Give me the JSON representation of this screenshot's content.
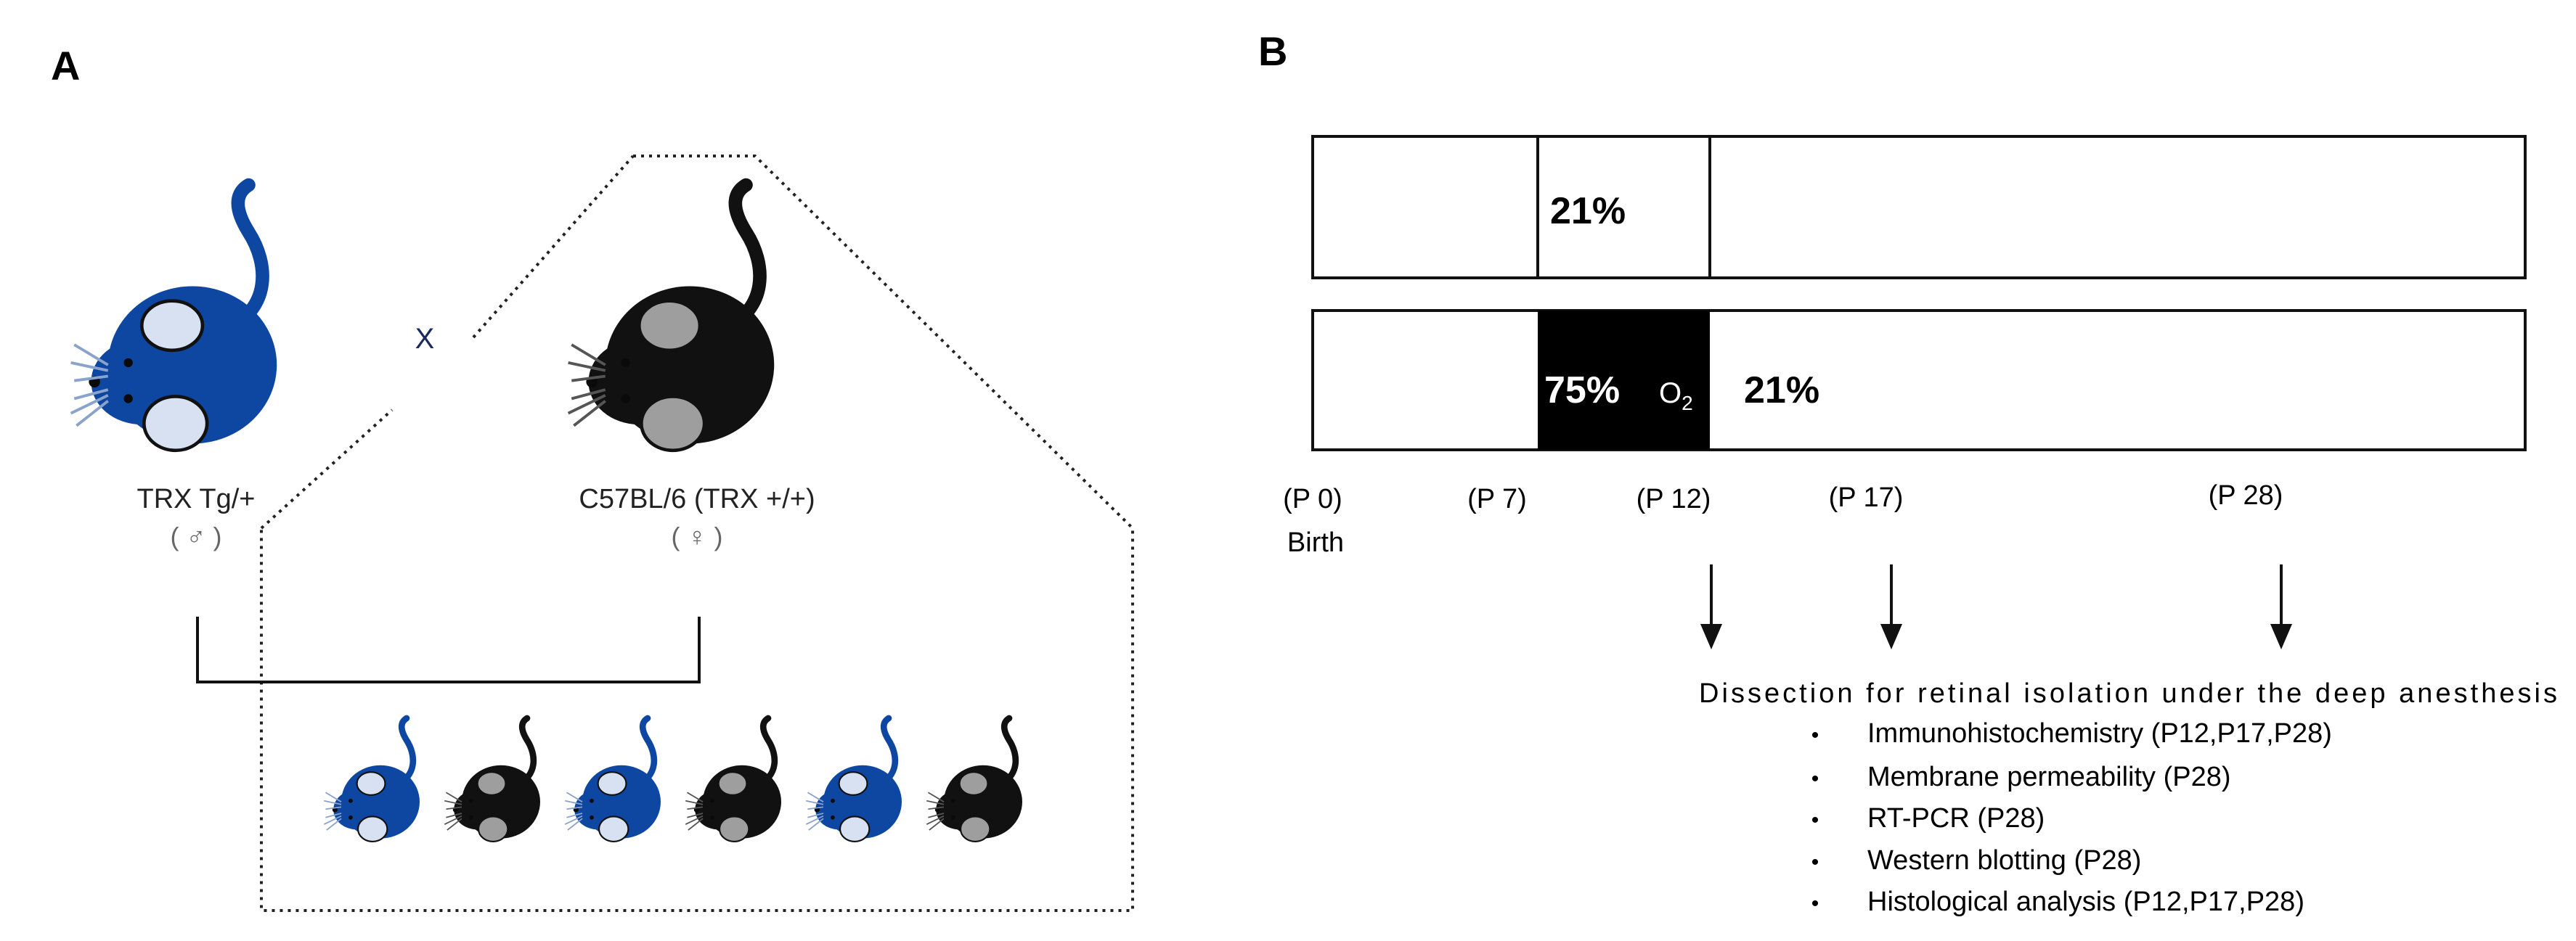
{
  "colors": {
    "blue": "#0E47A1",
    "black": "#111111",
    "gray_ear": "#9E9E9E",
    "light_ear": "#D7E1F2"
  },
  "panel_a": {
    "label": "A",
    "cross_symbol": "X",
    "male": {
      "name": "TRX Tg/+",
      "sex": "( ♂ )"
    },
    "female": {
      "name": "C57BL/6 (TRX +/+)",
      "sex": "( ♀ )"
    },
    "offspring_colors": [
      "blue",
      "black",
      "blue",
      "black",
      "blue",
      "black"
    ]
  },
  "panel_b": {
    "label": "B",
    "top_bar": {
      "label": "21%"
    },
    "bottom_bar": {
      "hyperoxia_value": "75%",
      "gas": "O",
      "gas_sub": "2",
      "label": "21%"
    },
    "timepoints": [
      {
        "label": "(P 0)",
        "sub": "Birth"
      },
      {
        "label": "(P 7)",
        "sub": ""
      },
      {
        "label": "(P 12)",
        "sub": ""
      },
      {
        "label": "(P 17)",
        "sub": ""
      },
      {
        "label": "(P 28)",
        "sub": ""
      }
    ],
    "dissection_text": "Dissection for retinal isolation under the deep anesthesis",
    "bullet_mark": "•",
    "analyses": [
      "Immunohistochemistry (P12,P17,P28)",
      "Membrane permeability (P28)",
      "RT-PCR (P28)",
      "Western blotting (P28)",
      "Histological analysis (P12,P17,P28)"
    ]
  }
}
